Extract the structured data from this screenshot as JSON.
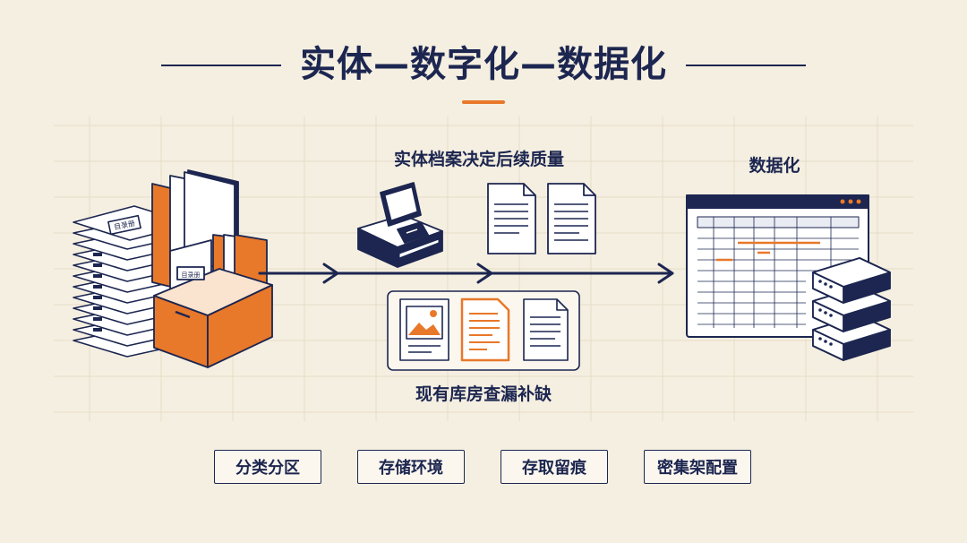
{
  "title": "实体—数字化—数据化",
  "labels": {
    "physical_quality": "实体档案决定后续质量",
    "datafication": "数据化",
    "repository_check": "现有库房查漏补缺"
  },
  "icon_texts": {
    "stack_label": "目录册",
    "folder_label": "目录册"
  },
  "tags": [
    "分类分区",
    "存储环境",
    "存取留痕",
    "密集架配置"
  ],
  "colors": {
    "navy": "#1c2650",
    "orange": "#e8782a",
    "paper": "#f5efe1"
  }
}
